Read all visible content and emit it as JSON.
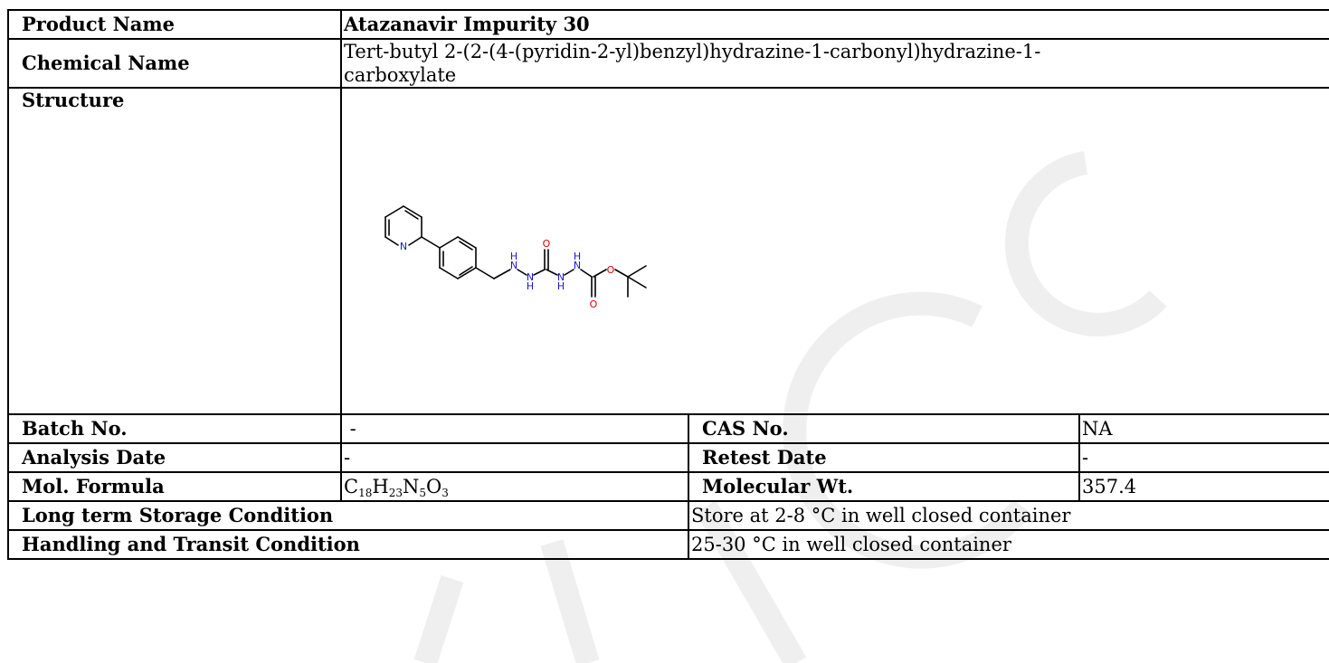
{
  "rows": {
    "product": {
      "label": "Product Name",
      "value": "Atazanavir Impurity 30"
    },
    "chemical": {
      "label": "Chemical Name",
      "value": "Tert-butyl 2-(2-(4-(pyridin-2-yl)benzyl)hydrazine-1-carbonyl)hydrazine-1-carboxylate"
    },
    "structure": {
      "label": "Structure"
    },
    "batch": {
      "label": "Batch No.",
      "value": " -",
      "label2": "CAS No.",
      "value2": "NA"
    },
    "analysis": {
      "label": "Analysis Date",
      "value": "-",
      "label2": "Retest Date",
      "value2": "-"
    },
    "formula": {
      "label": "Mol. Formula",
      "formula_parts": [
        {
          "el": "C",
          "n": "18"
        },
        {
          "el": "H",
          "n": "23"
        },
        {
          "el": "N",
          "n": "5"
        },
        {
          "el": "O",
          "n": "3"
        }
      ],
      "label2": "Molecular Wt.",
      "value2": "357.4"
    },
    "storage": {
      "label": "Long term Storage Condition",
      "value": "Store at 2-8 °C in well closed container"
    },
    "handling": {
      "label": "Handling and Transit Condition",
      "value": "25-30 °C in well closed container"
    }
  },
  "structure_atoms": {
    "n_pyridine": "N",
    "nh1": "N",
    "h1": "H",
    "nh2": "N",
    "h2": "H",
    "nh3": "N",
    "h3": "H",
    "nh4": "N",
    "h4": "H",
    "o1": "O",
    "o2": "O",
    "o3": "O"
  },
  "colors": {
    "nitrogen": "#1a1acc",
    "oxygen": "#e00000",
    "watermark": "#ececec"
  }
}
